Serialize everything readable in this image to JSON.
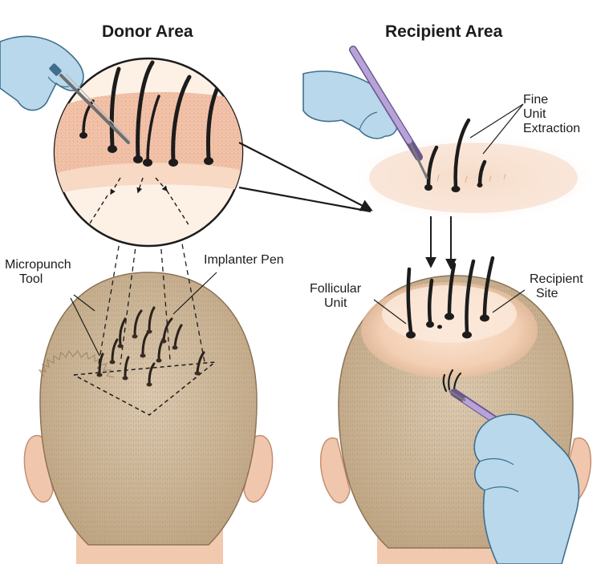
{
  "titles": {
    "donor": "Donor Area",
    "recipient": "Recipient Area"
  },
  "labels": {
    "micropunch_line1": "Micropunch",
    "micropunch_line2": "Tool",
    "implanter_pen": "Implanter Pen",
    "fine_line1": "Fine",
    "fine_line2": "Unit",
    "fine_line3": "Extraction",
    "follicular_line1": "Follicular",
    "follicular_line2": "Unit",
    "recipient_site_line1": "Recipient",
    "recipient_site_line2": "Site"
  },
  "colors": {
    "hair": "#2a211c",
    "skin": "#f4dcc6",
    "scalp_hair": "#c9b498",
    "glove": "#b9d8ec",
    "tool_handle": "#b8a3d9",
    "outline": "#1c1c1c"
  },
  "icons": {
    "donor_hand": "gloved-hand-with-forceps-icon",
    "recipient_hand_top": "gloved-hand-with-pen-icon",
    "recipient_hand_bottom": "gloved-hand-with-implanter-icon"
  }
}
